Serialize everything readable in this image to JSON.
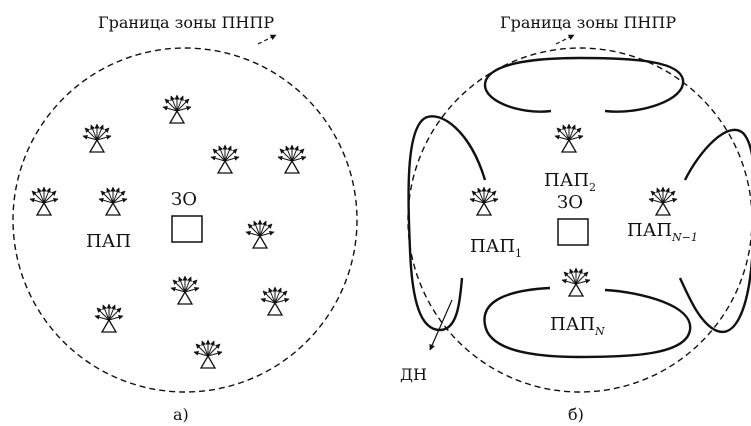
{
  "panel_a": {
    "boundary_label": "Граница зоны ПНПР",
    "center_label": "ЗО",
    "station_label": "ПАП",
    "caption": "а)"
  },
  "panel_b": {
    "boundary_label": "Граница зоны ПНПР",
    "center_label": "ЗО",
    "stations": [
      {
        "base": "ПАП",
        "sub": "1"
      },
      {
        "base": "ПАП",
        "sub": "2"
      },
      {
        "base": "ПАП",
        "sub": "N−1"
      },
      {
        "base": "ПАП",
        "sub": "N"
      }
    ],
    "pattern_label": "ДН",
    "caption": "б)"
  }
}
